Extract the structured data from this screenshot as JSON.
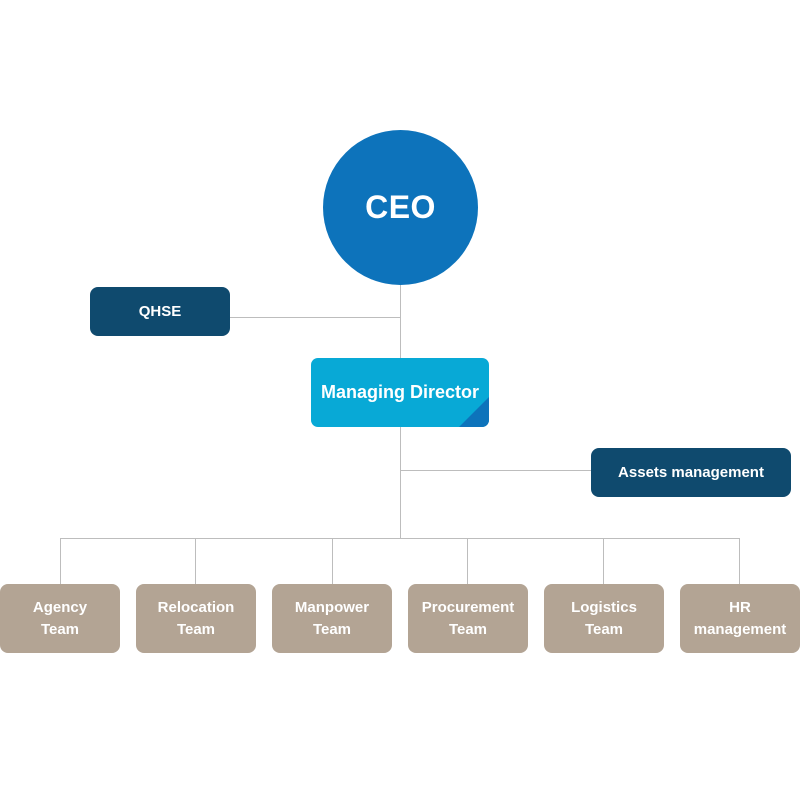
{
  "chart": {
    "ceo": "CEO",
    "qhse": "QHSE",
    "managing_director": "Managing Director",
    "assets_management": "Assets management",
    "teams": [
      {
        "line1": "Agency",
        "line2": "Team"
      },
      {
        "line1": "Relocation",
        "line2": "Team"
      },
      {
        "line1": "Manpower",
        "line2": "Team"
      },
      {
        "line1": "Procurement",
        "line2": "Team"
      },
      {
        "line1": "Logistics",
        "line2": "Team"
      },
      {
        "line1": "HR",
        "line2": "management"
      }
    ]
  },
  "colors": {
    "ceo": "#0d73bb",
    "navy": "#0f4a6e",
    "managing_director": "#08a9d6",
    "team": "#b3a494",
    "connector": "#bdbdbd"
  }
}
